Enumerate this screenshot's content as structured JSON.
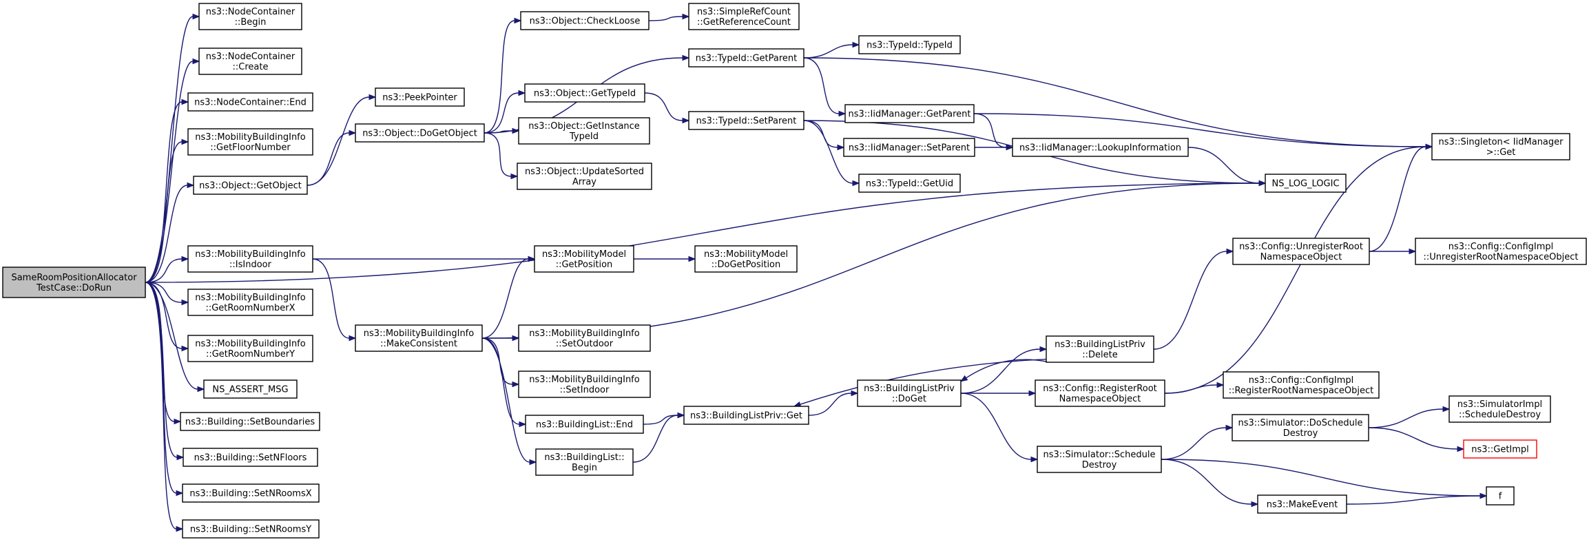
{
  "graph": {
    "colors": {
      "edge": "#191970",
      "root_fill": "#bfbfbf",
      "node_fill": "#ffffff",
      "node_border": "#000000",
      "missing_border": "#ff0000"
    },
    "nodes": [
      {
        "id": "root",
        "lines": [
          "SameRoomPositionAllocator",
          "TestCase::DoRun"
        ],
        "style": "root"
      },
      {
        "id": "nc_begin",
        "lines": [
          "ns3::NodeContainer",
          "::Begin"
        ]
      },
      {
        "id": "nc_create",
        "lines": [
          "ns3::NodeContainer",
          "::Create"
        ]
      },
      {
        "id": "nc_end",
        "lines": [
          "ns3::NodeContainer::End"
        ]
      },
      {
        "id": "mbi_floor",
        "lines": [
          "ns3::MobilityBuildingInfo",
          "::GetFloorNumber"
        ]
      },
      {
        "id": "obj_getobject",
        "lines": [
          "ns3::Object::GetObject"
        ]
      },
      {
        "id": "mbi_isindoor",
        "lines": [
          "ns3::MobilityBuildingInfo",
          "::IsIndoor"
        ]
      },
      {
        "id": "mbi_roomx",
        "lines": [
          "ns3::MobilityBuildingInfo",
          "::GetRoomNumberX"
        ]
      },
      {
        "id": "mbi_roomy",
        "lines": [
          "ns3::MobilityBuildingInfo",
          "::GetRoomNumberY"
        ]
      },
      {
        "id": "ns_assert",
        "lines": [
          "NS_ASSERT_MSG"
        ]
      },
      {
        "id": "b_setbounds",
        "lines": [
          "ns3::Building::SetBoundaries"
        ]
      },
      {
        "id": "b_setnfloors",
        "lines": [
          "ns3::Building::SetNFloors"
        ]
      },
      {
        "id": "b_setnroomsx",
        "lines": [
          "ns3::Building::SetNRoomsX"
        ]
      },
      {
        "id": "b_setnroomsy",
        "lines": [
          "ns3::Building::SetNRoomsY"
        ]
      },
      {
        "id": "peekpointer",
        "lines": [
          "ns3::PeekPointer"
        ]
      },
      {
        "id": "obj_dogetobject",
        "lines": [
          "ns3::Object::DoGetObject"
        ]
      },
      {
        "id": "mbi_makeconsistent",
        "lines": [
          "ns3::MobilityBuildingInfo",
          "::MakeConsistent"
        ]
      },
      {
        "id": "obj_checkloose",
        "lines": [
          "ns3::Object::CheckLoose"
        ]
      },
      {
        "id": "obj_gettypeid",
        "lines": [
          "ns3::Object::GetTypeId"
        ]
      },
      {
        "id": "obj_getinstance",
        "lines": [
          "ns3::Object::GetInstance",
          "TypeId"
        ]
      },
      {
        "id": "obj_updatesorted",
        "lines": [
          "ns3::Object::UpdateSorted",
          "Array"
        ]
      },
      {
        "id": "mm_getposition",
        "lines": [
          "ns3::MobilityModel",
          "::GetPosition"
        ]
      },
      {
        "id": "mbi_setoutdoor",
        "lines": [
          "ns3::MobilityBuildingInfo",
          "::SetOutdoor"
        ]
      },
      {
        "id": "mbi_setindoor",
        "lines": [
          "ns3::MobilityBuildingInfo",
          "::SetIndoor"
        ]
      },
      {
        "id": "bl_end",
        "lines": [
          "ns3::BuildingList::End"
        ]
      },
      {
        "id": "bl_begin",
        "lines": [
          "ns3::BuildingList::",
          "Begin"
        ]
      },
      {
        "id": "src_getref",
        "lines": [
          "ns3::SimpleRefCount",
          "::GetReferenceCount"
        ]
      },
      {
        "id": "tid_getparent",
        "lines": [
          "ns3::TypeId::GetParent"
        ]
      },
      {
        "id": "tid_setparent",
        "lines": [
          "ns3::TypeId::SetParent"
        ]
      },
      {
        "id": "mm_dogetposition",
        "lines": [
          "ns3::MobilityModel",
          "::DoGetPosition"
        ]
      },
      {
        "id": "blp_get",
        "lines": [
          "ns3::BuildingListPriv::Get"
        ]
      },
      {
        "id": "tid_typeid",
        "lines": [
          "ns3::TypeId::TypeId"
        ]
      },
      {
        "id": "iid_getparent",
        "lines": [
          "ns3::IidManager::GetParent"
        ]
      },
      {
        "id": "iid_setparent",
        "lines": [
          "ns3::IidManager::SetParent"
        ]
      },
      {
        "id": "tid_getuid",
        "lines": [
          "ns3::TypeId::GetUid"
        ]
      },
      {
        "id": "blp_doget",
        "lines": [
          "ns3::BuildingListPriv",
          "::DoGet"
        ]
      },
      {
        "id": "iid_lookup",
        "lines": [
          "ns3::IidManager::LookupInformation"
        ]
      },
      {
        "id": "blp_delete",
        "lines": [
          "ns3::BuildingListPriv",
          "::Delete"
        ]
      },
      {
        "id": "cfg_register",
        "lines": [
          "ns3::Config::RegisterRoot",
          "NamespaceObject"
        ]
      },
      {
        "id": "sim_scheduledestroy",
        "lines": [
          "ns3::Simulator::Schedule",
          "Destroy"
        ]
      },
      {
        "id": "ns_log_logic",
        "lines": [
          "NS_LOG_LOGIC"
        ]
      },
      {
        "id": "cfg_unregister",
        "lines": [
          "ns3::Config::UnregisterRoot",
          "NamespaceObject"
        ]
      },
      {
        "id": "cfgimpl_register",
        "lines": [
          "ns3::Config::ConfigImpl",
          "::RegisterRootNamespaceObject"
        ]
      },
      {
        "id": "sim_doscheduledestroy",
        "lines": [
          "ns3::Simulator::DoSchedule",
          "Destroy"
        ]
      },
      {
        "id": "makeevent",
        "lines": [
          "ns3::MakeEvent"
        ]
      },
      {
        "id": "singleton_get",
        "lines": [
          "ns3::Singleton< IidManager",
          " >::Get"
        ]
      },
      {
        "id": "cfgimpl_unregister",
        "lines": [
          "ns3::Config::ConfigImpl",
          "::UnregisterRootNamespaceObject"
        ]
      },
      {
        "id": "simimpl_scheduledestroy",
        "lines": [
          "ns3::SimulatorImpl",
          "::ScheduleDestroy"
        ]
      },
      {
        "id": "getimpl",
        "lines": [
          "ns3::GetImpl"
        ],
        "style": "missing"
      },
      {
        "id": "f",
        "lines": [
          "f"
        ]
      }
    ],
    "edges": [
      [
        "root",
        "nc_begin"
      ],
      [
        "root",
        "nc_create"
      ],
      [
        "root",
        "nc_end"
      ],
      [
        "root",
        "mbi_floor"
      ],
      [
        "root",
        "obj_getobject"
      ],
      [
        "root",
        "ns_log_logic"
      ],
      [
        "root",
        "mbi_isindoor"
      ],
      [
        "root",
        "mbi_roomx"
      ],
      [
        "root",
        "mbi_roomy"
      ],
      [
        "root",
        "ns_assert"
      ],
      [
        "root",
        "b_setbounds"
      ],
      [
        "root",
        "b_setnfloors"
      ],
      [
        "root",
        "b_setnroomsx"
      ],
      [
        "root",
        "b_setnroomsy"
      ],
      [
        "obj_getobject",
        "peekpointer"
      ],
      [
        "obj_getobject",
        "obj_dogetobject"
      ],
      [
        "obj_dogetobject",
        "obj_checkloose"
      ],
      [
        "obj_dogetobject",
        "tid_getparent"
      ],
      [
        "obj_dogetobject",
        "obj_gettypeid"
      ],
      [
        "obj_dogetobject",
        "obj_getinstance"
      ],
      [
        "obj_dogetobject",
        "obj_updatesorted"
      ],
      [
        "obj_checkloose",
        "src_getref"
      ],
      [
        "obj_gettypeid",
        "tid_setparent"
      ],
      [
        "tid_getparent",
        "tid_typeid"
      ],
      [
        "tid_getparent",
        "iid_getparent"
      ],
      [
        "tid_getparent",
        "singleton_get"
      ],
      [
        "tid_setparent",
        "iid_setparent"
      ],
      [
        "tid_setparent",
        "tid_getuid"
      ],
      [
        "tid_setparent",
        "ns_log_logic"
      ],
      [
        "iid_getparent",
        "iid_lookup"
      ],
      [
        "iid_getparent",
        "singleton_get"
      ],
      [
        "iid_setparent",
        "iid_lookup"
      ],
      [
        "iid_lookup",
        "ns_log_logic"
      ],
      [
        "mbi_isindoor",
        "mm_getposition"
      ],
      [
        "mbi_isindoor",
        "mbi_makeconsistent"
      ],
      [
        "mm_getposition",
        "mm_dogetposition"
      ],
      [
        "mbi_makeconsistent",
        "mm_getposition"
      ],
      [
        "mbi_makeconsistent",
        "mbi_setoutdoor"
      ],
      [
        "mbi_makeconsistent",
        "mbi_setindoor"
      ],
      [
        "mbi_makeconsistent",
        "bl_end"
      ],
      [
        "mbi_makeconsistent",
        "bl_begin"
      ],
      [
        "mbi_makeconsistent",
        "ns_log_logic"
      ],
      [
        "bl_end",
        "blp_get"
      ],
      [
        "bl_begin",
        "blp_get"
      ],
      [
        "blp_get",
        "blp_doget"
      ],
      [
        "blp_doget",
        "blp_delete"
      ],
      [
        "blp_delete",
        "blp_doget"
      ],
      [
        "blp_delete",
        "blp_get"
      ],
      [
        "blp_doget",
        "cfg_register"
      ],
      [
        "blp_doget",
        "sim_scheduledestroy"
      ],
      [
        "blp_delete",
        "cfg_unregister"
      ],
      [
        "cfg_register",
        "cfgimpl_register"
      ],
      [
        "cfg_register",
        "singleton_get"
      ],
      [
        "cfg_unregister",
        "cfgimpl_unregister"
      ],
      [
        "cfg_unregister",
        "singleton_get"
      ],
      [
        "sim_scheduledestroy",
        "sim_doscheduledestroy"
      ],
      [
        "sim_scheduledestroy",
        "makeevent"
      ],
      [
        "sim_scheduledestroy",
        "f"
      ],
      [
        "makeevent",
        "f"
      ],
      [
        "sim_doscheduledestroy",
        "simimpl_scheduledestroy"
      ],
      [
        "sim_doscheduledestroy",
        "getimpl"
      ]
    ]
  }
}
